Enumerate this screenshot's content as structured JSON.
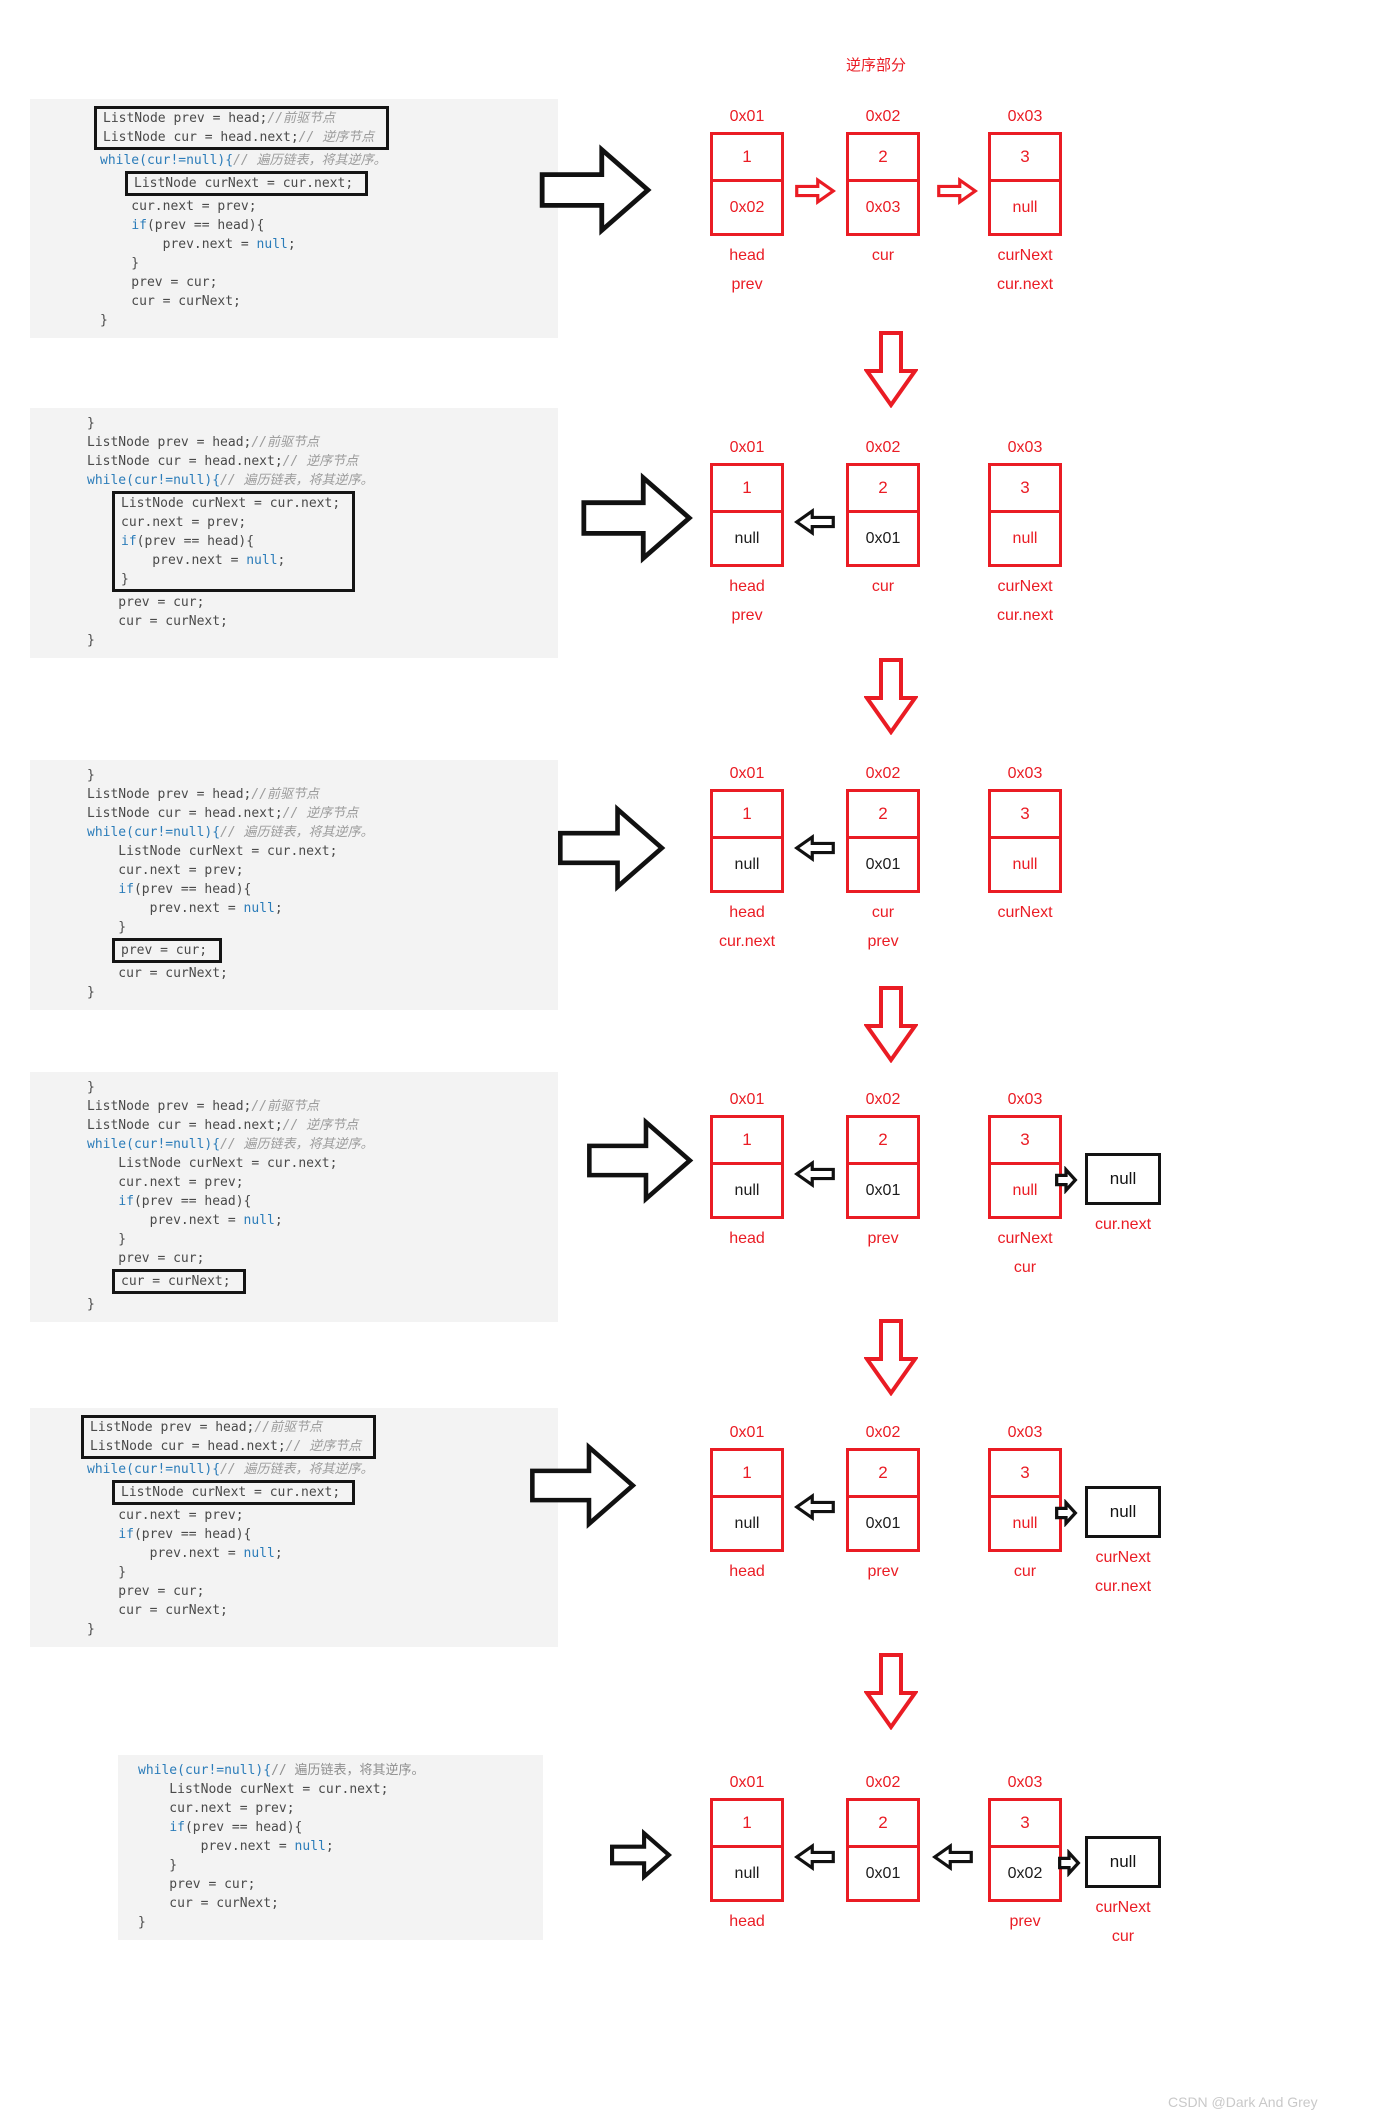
{
  "page": {
    "title_annotation": "逆序部分",
    "watermark": "CSDN @Dark And Grey"
  },
  "colors": {
    "red": "#ea1c24",
    "code_keyword_blue": "#2b7cb9",
    "code_bg": "#f3f3f3",
    "changed_value_black": "#1c1c1c"
  },
  "rows": [
    {
      "code": {
        "lines": [
          {
            "b": 1,
            "ml": 0,
            "seg": [
              [
                "ListNode prev = head;",
                "c"
              ],
              [
                "//前驱节点",
                "cm"
              ]
            ]
          },
          {
            "b": 1,
            "ml": 0,
            "seg": [
              [
                "ListNode cur = head.next;",
                "c"
              ],
              [
                "// 逆序节点",
                "cm"
              ]
            ]
          },
          {
            "b": 0,
            "seg": [
              [
                "while(cur!=null){",
                "b"
              ],
              [
                "// 遍历链表，将其逆序。",
                "cm"
              ]
            ]
          },
          {
            "b": 2,
            "ml": 31,
            "seg": [
              [
                "ListNode curNext = cur.next;",
                "c"
              ]
            ]
          },
          {
            "b": 0,
            "seg": [
              [
                "    cur.next = prev;",
                "c"
              ]
            ]
          },
          {
            "b": 0,
            "seg": [
              [
                "    ",
                "c"
              ],
              [
                "if",
                "b"
              ],
              [
                "(prev == head){",
                "c"
              ]
            ]
          },
          {
            "b": 0,
            "seg": [
              [
                "        prev.next = ",
                "c"
              ],
              [
                "null",
                "b"
              ],
              [
                ";",
                "c"
              ]
            ]
          },
          {
            "b": 0,
            "seg": [
              [
                "    }",
                "c"
              ]
            ]
          },
          {
            "b": 0,
            "seg": [
              [
                "    prev = cur;",
                "c"
              ]
            ]
          },
          {
            "b": 0,
            "seg": [
              [
                "    cur = curNext;",
                "c"
              ]
            ]
          },
          {
            "b": 0,
            "seg": [
              [
                "}",
                "c"
              ]
            ]
          }
        ]
      },
      "nodes": [
        {
          "addr": "0x01",
          "value": "1",
          "next": "0x02",
          "next_color": "red",
          "labels": [
            "head",
            "prev"
          ]
        },
        {
          "addr": "0x02",
          "value": "2",
          "next": "0x03",
          "next_color": "red",
          "labels": [
            "cur"
          ]
        },
        {
          "addr": "0x03",
          "value": "3",
          "next": "null",
          "next_color": "red",
          "labels": [
            "curNext",
            "cur.next"
          ]
        }
      ]
    },
    {
      "code": {
        "lines": [
          {
            "b": 0,
            "seg": [
              [
                "}",
                "c"
              ]
            ]
          },
          {
            "b": 0,
            "seg": [
              [
                "ListNode prev = head;",
                "c"
              ],
              [
                "//前驱节点",
                "cm"
              ]
            ]
          },
          {
            "b": 0,
            "seg": [
              [
                "ListNode cur = head.next;",
                "c"
              ],
              [
                "// 逆序节点",
                "cm"
              ]
            ]
          },
          {
            "b": 0,
            "seg": [
              [
                "while(cur!=null){",
                "b"
              ],
              [
                "// 遍历链表，将其逆序。",
                "cm"
              ]
            ]
          },
          {
            "b": 1,
            "ml": 31,
            "seg": [
              [
                "ListNode curNext = cur.next;",
                "c"
              ]
            ]
          },
          {
            "b": 1,
            "seg": [
              [
                "cur.next = prev;",
                "c"
              ]
            ]
          },
          {
            "b": 1,
            "seg": [
              [
                "if",
                "b"
              ],
              [
                "(prev == head){",
                "c"
              ]
            ]
          },
          {
            "b": 1,
            "seg": [
              [
                "    prev.next = ",
                "c"
              ],
              [
                "null",
                "b"
              ],
              [
                ";",
                "c"
              ]
            ]
          },
          {
            "b": 1,
            "seg": [
              [
                "}",
                "c"
              ]
            ]
          },
          {
            "b": 0,
            "seg": [
              [
                "    prev = cur;",
                "c"
              ]
            ]
          },
          {
            "b": 0,
            "seg": [
              [
                "    cur = curNext;",
                "c"
              ]
            ]
          },
          {
            "b": 0,
            "seg": [
              [
                "}",
                "c"
              ]
            ]
          }
        ]
      },
      "nodes": [
        {
          "addr": "0x01",
          "value": "1",
          "next": "null",
          "next_color": "black",
          "labels": [
            "head",
            "prev"
          ]
        },
        {
          "addr": "0x02",
          "value": "2",
          "next": "0x01",
          "next_color": "black",
          "labels": [
            "cur"
          ]
        },
        {
          "addr": "0x03",
          "value": "3",
          "next": "null",
          "next_color": "red",
          "labels": [
            "curNext",
            "cur.next"
          ]
        }
      ]
    },
    {
      "code": {
        "lines": [
          {
            "b": 0,
            "seg": [
              [
                "}",
                "c"
              ]
            ]
          },
          {
            "b": 0,
            "seg": [
              [
                "ListNode prev = head;",
                "c"
              ],
              [
                "//前驱节点",
                "cm"
              ]
            ]
          },
          {
            "b": 0,
            "seg": [
              [
                "ListNode cur = head.next;",
                "c"
              ],
              [
                "// 逆序节点",
                "cm"
              ]
            ]
          },
          {
            "b": 0,
            "seg": [
              [
                "while(cur!=null){",
                "b"
              ],
              [
                "// 遍历链表，将其逆序。",
                "cm"
              ]
            ]
          },
          {
            "b": 0,
            "seg": [
              [
                "    ListNode curNext = cur.next;",
                "c"
              ]
            ]
          },
          {
            "b": 0,
            "seg": [
              [
                "    cur.next = prev;",
                "c"
              ]
            ]
          },
          {
            "b": 0,
            "seg": [
              [
                "    ",
                "c"
              ],
              [
                "if",
                "b"
              ],
              [
                "(prev == head){",
                "c"
              ]
            ]
          },
          {
            "b": 0,
            "seg": [
              [
                "        prev.next = ",
                "c"
              ],
              [
                "null",
                "b"
              ],
              [
                ";",
                "c"
              ]
            ]
          },
          {
            "b": 0,
            "seg": [
              [
                "    }",
                "c"
              ]
            ]
          },
          {
            "b": 1,
            "ml": 31,
            "seg": [
              [
                "prev = cur;",
                "c"
              ]
            ]
          },
          {
            "b": 0,
            "seg": [
              [
                "    cur = curNext;",
                "c"
              ]
            ]
          },
          {
            "b": 0,
            "seg": [
              [
                "}",
                "c"
              ]
            ]
          }
        ]
      },
      "nodes": [
        {
          "addr": "0x01",
          "value": "1",
          "next": "null",
          "next_color": "black",
          "labels": [
            "head",
            "cur.next"
          ]
        },
        {
          "addr": "0x02",
          "value": "2",
          "next": "0x01",
          "next_color": "black",
          "labels": [
            "cur",
            "prev"
          ]
        },
        {
          "addr": "0x03",
          "value": "3",
          "next": "null",
          "next_color": "red",
          "labels": [
            "curNext"
          ]
        }
      ]
    },
    {
      "code": {
        "lines": [
          {
            "b": 0,
            "seg": [
              [
                "}",
                "c"
              ]
            ]
          },
          {
            "b": 0,
            "seg": [
              [
                "ListNode prev = head;",
                "c"
              ],
              [
                "//前驱节点",
                "cm"
              ]
            ]
          },
          {
            "b": 0,
            "seg": [
              [
                "ListNode cur = head.next;",
                "c"
              ],
              [
                "// 逆序节点",
                "cm"
              ]
            ]
          },
          {
            "b": 0,
            "seg": [
              [
                "while(cur!=null){",
                "b"
              ],
              [
                "// 遍历链表，将其逆序。",
                "cm"
              ]
            ]
          },
          {
            "b": 0,
            "seg": [
              [
                "    ListNode curNext = cur.next;",
                "c"
              ]
            ]
          },
          {
            "b": 0,
            "seg": [
              [
                "    cur.next = prev;",
                "c"
              ]
            ]
          },
          {
            "b": 0,
            "seg": [
              [
                "    ",
                "c"
              ],
              [
                "if",
                "b"
              ],
              [
                "(prev == head){",
                "c"
              ]
            ]
          },
          {
            "b": 0,
            "seg": [
              [
                "        prev.next = ",
                "c"
              ],
              [
                "null",
                "b"
              ],
              [
                ";",
                "c"
              ]
            ]
          },
          {
            "b": 0,
            "seg": [
              [
                "    }",
                "c"
              ]
            ]
          },
          {
            "b": 0,
            "seg": [
              [
                "    prev = cur;",
                "c"
              ]
            ]
          },
          {
            "b": 1,
            "ml": 31,
            "seg": [
              [
                "cur = curNext;",
                "c"
              ]
            ]
          },
          {
            "b": 0,
            "seg": [
              [
                "}",
                "c"
              ]
            ]
          }
        ]
      },
      "nodes": [
        {
          "addr": "0x01",
          "value": "1",
          "next": "null",
          "next_color": "black",
          "labels": [
            "head"
          ]
        },
        {
          "addr": "0x02",
          "value": "2",
          "next": "0x01",
          "next_color": "black",
          "labels": [
            "prev"
          ]
        },
        {
          "addr": "0x03",
          "value": "3",
          "next": "null",
          "next_color": "red",
          "labels": [
            "curNext",
            "cur"
          ]
        }
      ],
      "null_box": {
        "text": "null",
        "labels": [
          "cur.next"
        ]
      }
    },
    {
      "code": {
        "lines": [
          {
            "b": 1,
            "ml": 0,
            "seg": [
              [
                "ListNode prev = head;",
                "c"
              ],
              [
                "//前驱节点",
                "cm"
              ]
            ]
          },
          {
            "b": 1,
            "ml": 0,
            "seg": [
              [
                "ListNode cur = head.next;",
                "c"
              ],
              [
                "// 逆序节点",
                "cm"
              ]
            ]
          },
          {
            "b": 0,
            "seg": [
              [
                "while(cur!=null){",
                "b"
              ],
              [
                "// 遍历链表，将其逆序。",
                "cm"
              ]
            ]
          },
          {
            "b": 2,
            "ml": 31,
            "seg": [
              [
                "ListNode curNext = cur.next;",
                "c"
              ]
            ]
          },
          {
            "b": 0,
            "seg": [
              [
                "    cur.next = prev;",
                "c"
              ]
            ]
          },
          {
            "b": 0,
            "seg": [
              [
                "    ",
                "c"
              ],
              [
                "if",
                "b"
              ],
              [
                "(prev == head){",
                "c"
              ]
            ]
          },
          {
            "b": 0,
            "seg": [
              [
                "        prev.next = ",
                "c"
              ],
              [
                "null",
                "b"
              ],
              [
                ";",
                "c"
              ]
            ]
          },
          {
            "b": 0,
            "seg": [
              [
                "    }",
                "c"
              ]
            ]
          },
          {
            "b": 0,
            "seg": [
              [
                "    prev = cur;",
                "c"
              ]
            ]
          },
          {
            "b": 0,
            "seg": [
              [
                "    cur = curNext;",
                "c"
              ]
            ]
          },
          {
            "b": 0,
            "seg": [
              [
                "}",
                "c"
              ]
            ]
          }
        ]
      },
      "nodes": [
        {
          "addr": "0x01",
          "value": "1",
          "next": "null",
          "next_color": "black",
          "labels": [
            "head"
          ]
        },
        {
          "addr": "0x02",
          "value": "2",
          "next": "0x01",
          "next_color": "black",
          "labels": [
            "prev"
          ]
        },
        {
          "addr": "0x03",
          "value": "3",
          "next": "null",
          "next_color": "red",
          "labels": [
            "cur"
          ]
        }
      ],
      "null_box": {
        "text": "null",
        "labels": [
          "curNext",
          "cur.next"
        ]
      }
    },
    {
      "code": {
        "lines": [
          {
            "b": 0,
            "seg": [
              [
                "while(cur!=null){",
                "b"
              ],
              [
                "// 遍历链表，将其逆序。",
                "cmu"
              ]
            ]
          },
          {
            "b": 0,
            "seg": [
              [
                "    ListNode curNext = cur.next;",
                "c"
              ]
            ]
          },
          {
            "b": 0,
            "seg": [
              [
                "    cur.next = prev;",
                "c"
              ]
            ]
          },
          {
            "b": 0,
            "seg": [
              [
                "    ",
                "c"
              ],
              [
                "if",
                "b"
              ],
              [
                "(prev == head){",
                "c"
              ]
            ]
          },
          {
            "b": 0,
            "seg": [
              [
                "        prev.next = ",
                "c"
              ],
              [
                "null",
                "b"
              ],
              [
                ";",
                "c"
              ]
            ]
          },
          {
            "b": 0,
            "seg": [
              [
                "    }",
                "c"
              ]
            ]
          },
          {
            "b": 0,
            "seg": [
              [
                "    prev = cur;",
                "c"
              ]
            ]
          },
          {
            "b": 0,
            "seg": [
              [
                "    cur = curNext;",
                "c"
              ]
            ]
          },
          {
            "b": 0,
            "seg": [
              [
                "}",
                "c"
              ]
            ]
          }
        ]
      },
      "nodes": [
        {
          "addr": "0x01",
          "value": "1",
          "next": "null",
          "next_color": "black",
          "labels": [
            "head"
          ]
        },
        {
          "addr": "0x02",
          "value": "2",
          "next": "0x01",
          "next_color": "black",
          "labels": []
        },
        {
          "addr": "0x03",
          "value": "3",
          "next": "0x02",
          "next_color": "black",
          "labels": [
            "prev"
          ]
        }
      ],
      "null_box": {
        "text": "null",
        "labels": [
          "curNext",
          "cur"
        ]
      }
    }
  ]
}
